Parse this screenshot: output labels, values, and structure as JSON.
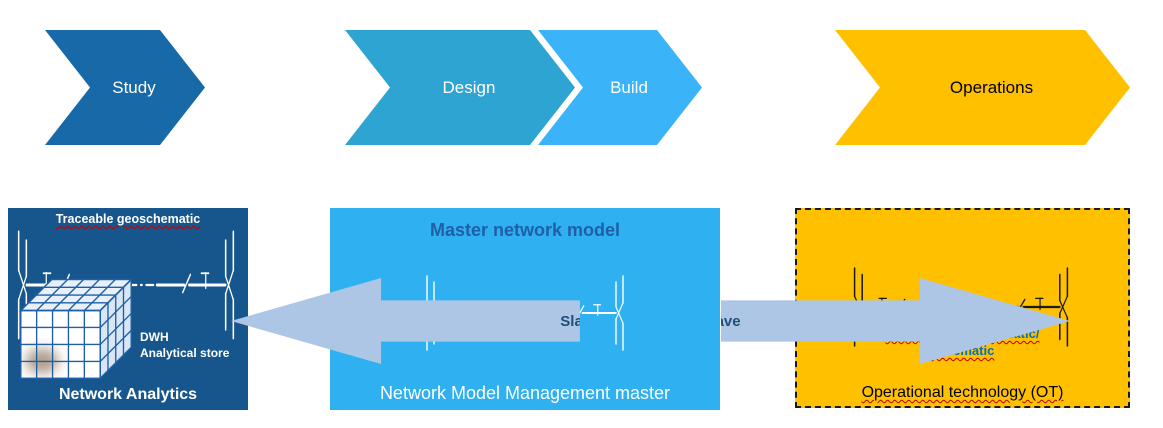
{
  "chevrons": [
    {
      "label": "Study"
    },
    {
      "label": "Design"
    },
    {
      "label": "Build"
    },
    {
      "label": "Operations"
    }
  ],
  "analytics": {
    "top_label": "Traceable geoschematic",
    "dwh": "DWH",
    "store": "Analytical store",
    "title": "Network Analytics"
  },
  "master": {
    "title": "Master network model",
    "footer": "Network Model Management master"
  },
  "ot": {
    "label_line1": "Traceable geoschematic/",
    "label_line2": "schematic",
    "footer": "Operational technology (OT)"
  },
  "connectors": {
    "left_label": "Slave",
    "right_label": "Slave"
  },
  "colors": {
    "study": "#1769A8",
    "design": "#2EA4D2",
    "build": "#3BB3F8",
    "operations": "#FFC000",
    "analytics_bg": "#17568C",
    "master_bg": "#2FB0F0",
    "master_title": "#1F5FA8",
    "ot_bg": "#FFC000",
    "ot_text": "#0070C0",
    "slave_fill": "#AEC6E6",
    "slave_text": "#1F4E79"
  }
}
